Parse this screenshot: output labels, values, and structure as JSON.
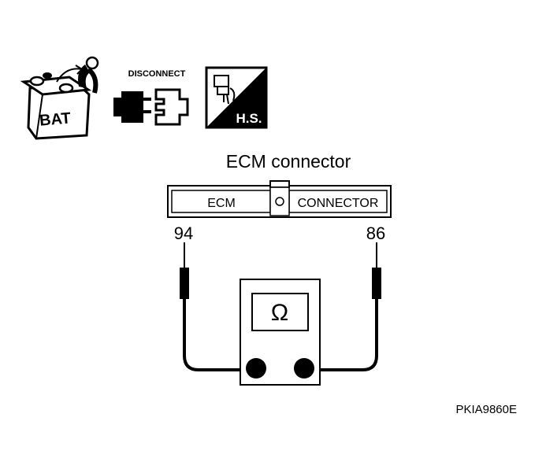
{
  "icons": {
    "battery": {
      "label": "BAT",
      "icon": "battery-disconnect-icon"
    },
    "disconnect": {
      "label": "DISCONNECT",
      "icon": "connector-disconnect-icon"
    },
    "harness_side": {
      "label": "H.S.",
      "icon": "harness-side-icon"
    }
  },
  "connector": {
    "title": "ECM connector",
    "left_label": "ECM",
    "right_label": "CONNECTOR"
  },
  "terminals": {
    "left": "94",
    "right": "86"
  },
  "meter": {
    "symbol": "Ω",
    "icon": "ohmmeter-icon"
  },
  "figure_id": "PKIA9860E"
}
